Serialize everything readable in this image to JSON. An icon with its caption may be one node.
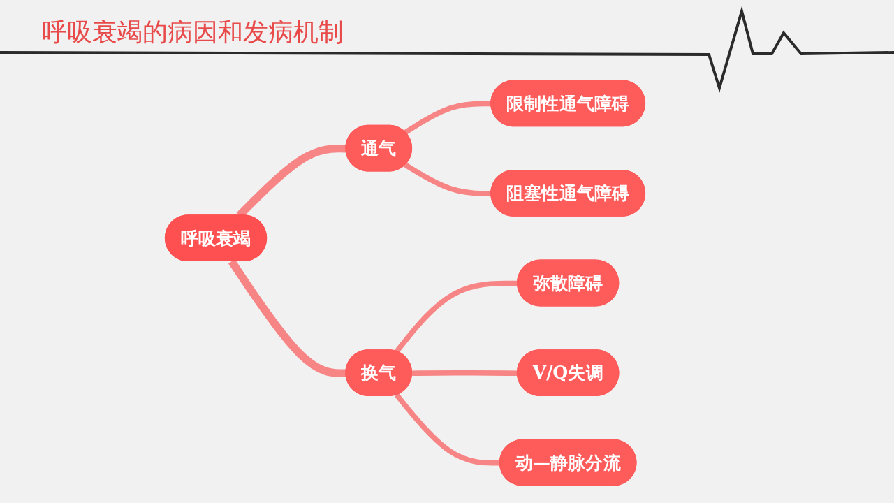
{
  "diagram": {
    "title": "呼吸衰竭的病因和发病机制",
    "nodes": [
      {
        "text": [
          "呼吸衰竭"
        ]
      },
      {
        "text": [
          "通气"
        ]
      },
      {
        "text": [
          "换气"
        ]
      },
      {
        "text": [
          "限制性通气障碍"
        ]
      },
      {
        "text": [
          "阻塞性通气障碍"
        ]
      },
      {
        "text": [
          "弥散障碍"
        ]
      },
      {
        "text": [
          "V/Q失调"
        ]
      },
      {
        "text": [
          "动—静脉分流"
        ]
      }
    ],
    "edges": [
      {
        "from": 0,
        "to": 1,
        "arrow": "none"
      },
      {
        "from": 0,
        "to": 2,
        "arrow": "none"
      },
      {
        "from": 1,
        "to": 3,
        "arrow": "none"
      },
      {
        "from": 1,
        "to": 4,
        "arrow": "none"
      },
      {
        "from": 2,
        "to": 5,
        "arrow": "none"
      },
      {
        "from": 2,
        "to": 6,
        "arrow": "none"
      },
      {
        "from": 2,
        "to": 7,
        "arrow": "none"
      }
    ]
  }
}
